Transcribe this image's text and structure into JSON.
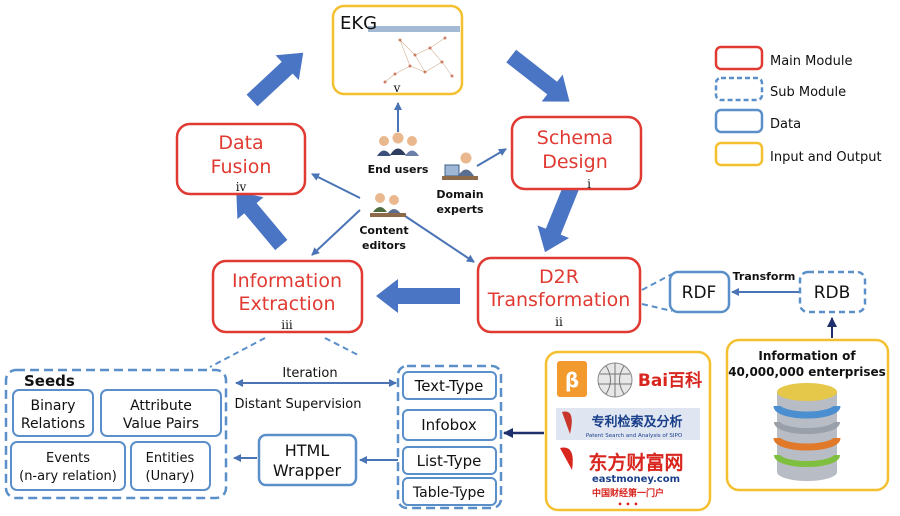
{
  "legend": {
    "main_module": "Main Module",
    "sub_module": "Sub Module",
    "data": "Data",
    "input_output": "Input and Output"
  },
  "legend_colors": {
    "main_module": "#e03a32",
    "sub_module": "#5b8fc9",
    "data": "#5b8fc9",
    "input_output": "#f5c02f"
  },
  "ekg": {
    "label": "EKG",
    "step": "v"
  },
  "modules": {
    "schema_design": {
      "line1": "Schema",
      "line2": "Design",
      "step": "i"
    },
    "d2r": {
      "line1": "D2R",
      "line2": "Transformation",
      "step": "ii"
    },
    "extraction": {
      "line1": "Information",
      "line2": "Extraction",
      "step": "iii"
    },
    "fusion": {
      "line1": "Data",
      "line2": "Fusion",
      "step": "iv"
    }
  },
  "people": {
    "end_users": "End users",
    "domain_experts_1": "Domain",
    "domain_experts_2": "experts",
    "content_editors_1": "Content",
    "content_editors_2": "editors"
  },
  "rdf": "RDF",
  "rdb": "RDB",
  "transform": "Transform",
  "enterprises": {
    "line1": "Information of",
    "line2": "40,000,000 enterprises"
  },
  "seeds": {
    "title": "Seeds",
    "binary_1": "Binary",
    "binary_2": "Relations",
    "attr_1": "Attribute",
    "attr_2": "Value Pairs",
    "events_1": "Events",
    "events_2": "(n-ary relation)",
    "entities_1": "Entities",
    "entities_2": "(Unary)"
  },
  "iteration": "Iteration",
  "distant_supervision": "Distant Supervision",
  "wrapper": {
    "line1": "HTML",
    "line2": "Wrapper"
  },
  "types": {
    "text": "Text-Type",
    "infobox": "Infobox",
    "list": "List-Type",
    "table": "Table-Type"
  },
  "sources": {
    "baidu": "Bai百科",
    "sipo": "专利检索及分析",
    "sipo_sub": "Patent Search and Analysis of SIPO",
    "eastmoney": "东方财富网",
    "eastmoney_url": "eastmoney.com",
    "eastmoney_sub": "中国财经第一门户",
    "more": "• • •"
  }
}
